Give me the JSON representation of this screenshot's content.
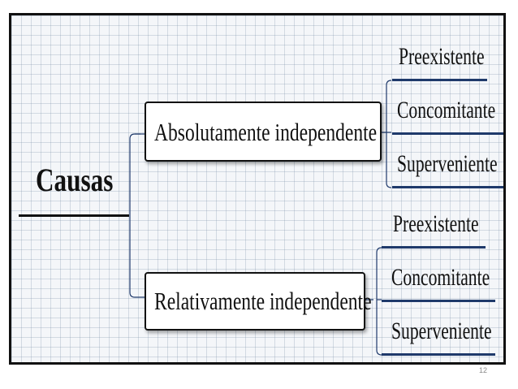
{
  "diagram": {
    "root": "Causas",
    "branches": [
      {
        "label": "Absolutamente independente",
        "leaves": [
          "Preexistente",
          "Concomitante",
          "Superveniente"
        ]
      },
      {
        "label": "Relativamente independente",
        "leaves": [
          "Preexistente",
          "Concomitante",
          "Superveniente"
        ]
      }
    ]
  },
  "colors": {
    "connector": "#1f3a6b",
    "grid": "#8c9db4",
    "frame_border": "#111111"
  },
  "footer": {
    "page_number": "12"
  }
}
